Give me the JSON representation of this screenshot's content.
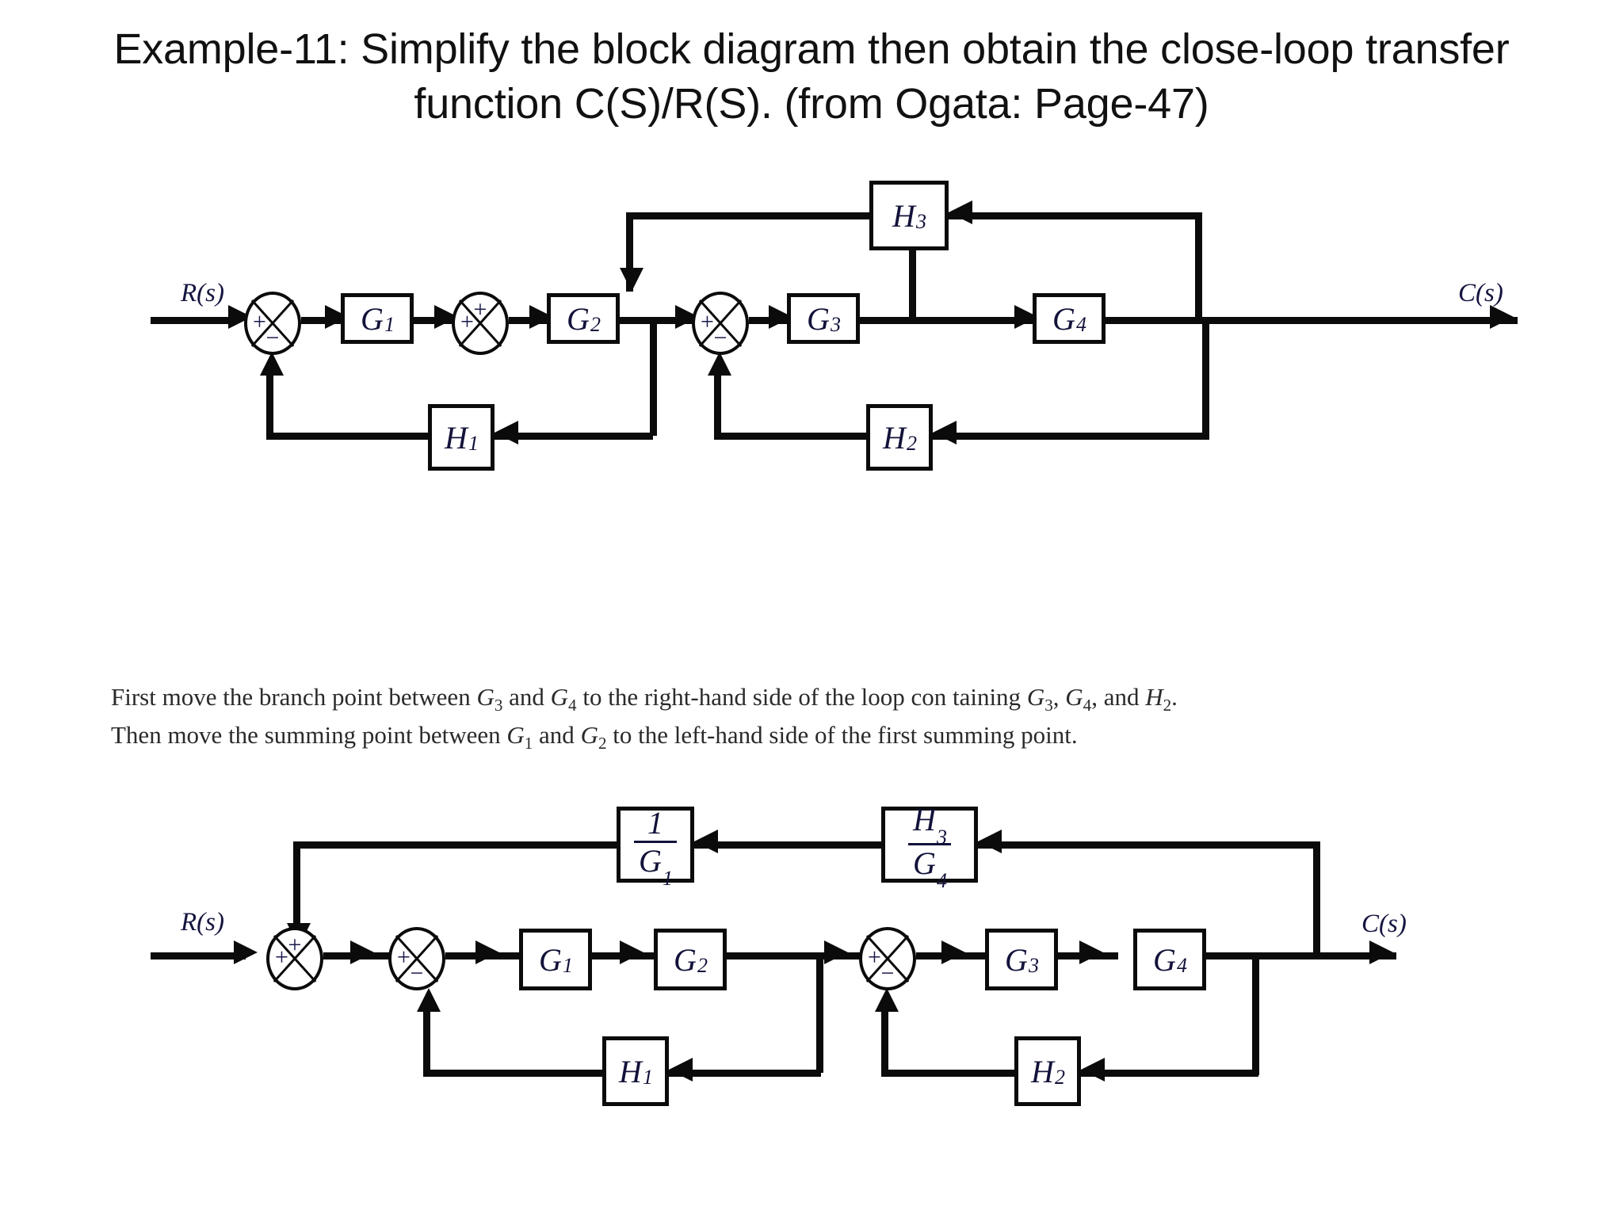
{
  "title": "Example-11: Simplify the block diagram then obtain the close-loop transfer function C(S)/R(S). (from Ogata: Page-47)",
  "note": {
    "line1_a": "First move the branch point between ",
    "line1_g3": "G",
    "line1_g3s": "3",
    "line1_b": " and ",
    "line1_g4": "G",
    "line1_g4s": "4",
    "line1_c": " to the right-hand side of the loop con taining ",
    "line1_g3b": "G",
    "line1_g3bs": "3",
    "line1_d": ", ",
    "line1_g4b": "G",
    "line1_g4bs": "4",
    "line1_e": ", and ",
    "line1_h2": "H",
    "line1_h2s": "2",
    "line1_f": ".",
    "line2_a": "Then move the summing point between ",
    "line2_g1": "G",
    "line2_g1s": "1",
    "line2_b": " and ",
    "line2_g2": "G",
    "line2_g2s": "2",
    "line2_c": " to the left-hand side of the first summing point."
  },
  "diagram1": {
    "input_label": "R(s)",
    "output_label": "C(s)",
    "blocks": [
      {
        "id": "g1",
        "base": "G",
        "sub": "1"
      },
      {
        "id": "g2",
        "base": "G",
        "sub": "2"
      },
      {
        "id": "g3",
        "base": "G",
        "sub": "3"
      },
      {
        "id": "g4",
        "base": "G",
        "sub": "4"
      },
      {
        "id": "h1",
        "base": "H",
        "sub": "1"
      },
      {
        "id": "h2",
        "base": "H",
        "sub": "2"
      },
      {
        "id": "h3",
        "base": "H",
        "sub": "3"
      }
    ],
    "summers": [
      {
        "id": "s1",
        "left": "+",
        "bottom": "−"
      },
      {
        "id": "s2",
        "left": "+",
        "top": "+"
      },
      {
        "id": "s3",
        "left": "+",
        "bottom": "−"
      }
    ]
  },
  "diagram2": {
    "input_label": "R(s)",
    "output_label": "C(s)",
    "blocks": [
      {
        "id": "g1",
        "base": "G",
        "sub": "1"
      },
      {
        "id": "g2",
        "base": "G",
        "sub": "2"
      },
      {
        "id": "g3",
        "base": "G",
        "sub": "3"
      },
      {
        "id": "g4",
        "base": "G",
        "sub": "4"
      },
      {
        "id": "h1",
        "base": "H",
        "sub": "1"
      },
      {
        "id": "h2",
        "base": "H",
        "sub": "2"
      }
    ],
    "fraction_blocks": [
      {
        "id": "inv_g1",
        "num": "1",
        "num_sub": "",
        "den": "G",
        "den_sub": "1"
      },
      {
        "id": "h3_over_g4",
        "num": "H",
        "num_sub": "3",
        "den": "G",
        "den_sub": "4"
      }
    ],
    "summers": [
      {
        "id": "s1",
        "left": "+",
        "top": "+"
      },
      {
        "id": "s2",
        "left": "+",
        "bottom": "−"
      },
      {
        "id": "s3",
        "left": "+",
        "bottom": "−"
      }
    ]
  },
  "colors": {
    "line": "#0b0b0b",
    "label": "#12123a",
    "background": "#ffffff",
    "text": "#111111"
  }
}
